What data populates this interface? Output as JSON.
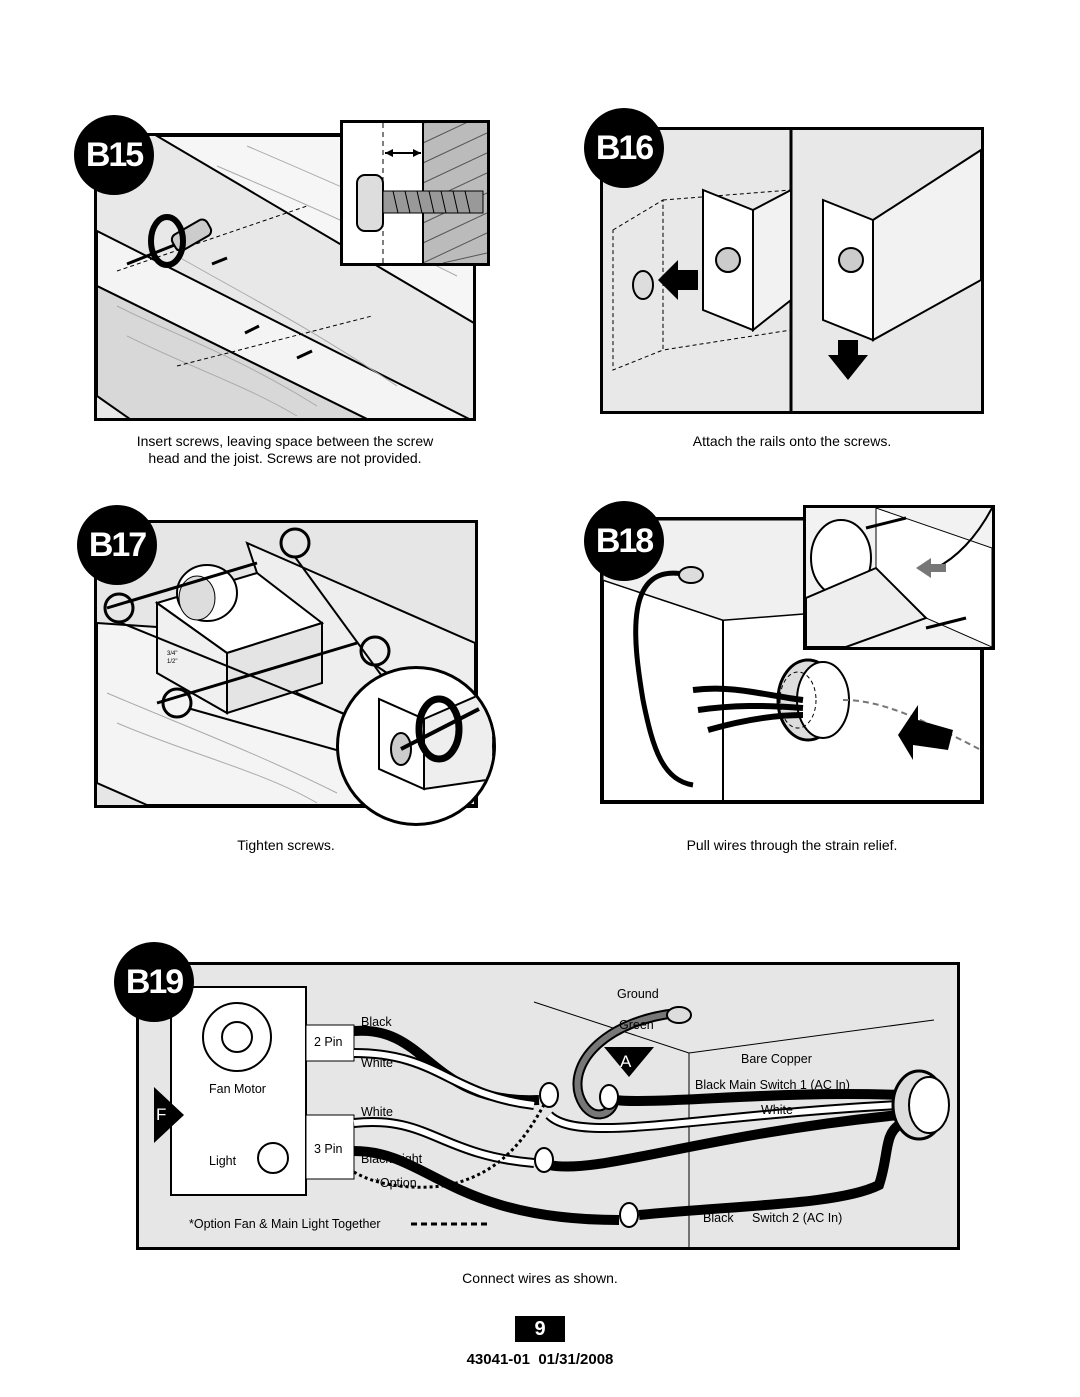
{
  "steps": {
    "b15": {
      "label": "B15",
      "caption_line1": "Insert screws, leaving space between the screw",
      "caption_line2": "head and the joist. Screws are not provided."
    },
    "b16": {
      "label": "B16",
      "caption": "Attach the rails onto the screws."
    },
    "b17": {
      "label": "B17",
      "caption": "Tighten screws."
    },
    "b18": {
      "label": "B18",
      "caption": "Pull wires through the strain relief."
    },
    "b19": {
      "label": "B19",
      "caption": "Connect wires as shown."
    }
  },
  "b17_marks": {
    "a": "3/4\"",
    "b": "1/2\""
  },
  "wiring": {
    "ground": "Ground",
    "green": "Green",
    "black": "Black",
    "two_pin": "2 Pin",
    "white_fan": "White",
    "fan_motor": "Fan Motor",
    "white_light": "White",
    "three_pin": "3 Pin",
    "light": "Light",
    "black_light": "Black Light",
    "option": "*Option",
    "option_note": "*Option Fan & Main Light Together",
    "bare_copper": "Bare Copper",
    "black_main": "Black Main Switch 1 (AC In)",
    "white_main": "White",
    "black_sw2": "Black",
    "switch2": "Switch 2 (AC In)",
    "marker_a": "A",
    "marker_f": "F"
  },
  "footer": {
    "page_number": "9",
    "doc_id": "43041-01  01/31/2008"
  }
}
